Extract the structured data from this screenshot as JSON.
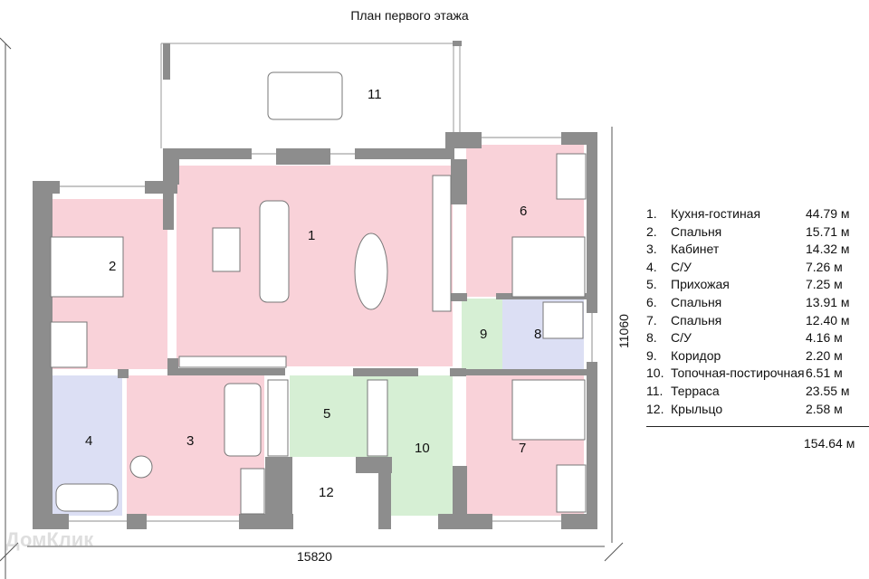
{
  "title": "План первого этажа",
  "dimensions": {
    "width_label": "15820",
    "height_label": "11060"
  },
  "rooms": [
    {
      "num": "1",
      "name": "Кухня-гостиная",
      "area": "44.79 м"
    },
    {
      "num": "2",
      "name": "Спальня",
      "area": "15.71 м"
    },
    {
      "num": "3",
      "name": "Кабинет",
      "area": "14.32 м"
    },
    {
      "num": "4",
      "name": "С/У",
      "area": "7.26 м"
    },
    {
      "num": "5",
      "name": "Прихожая",
      "area": "7.25 м"
    },
    {
      "num": "6",
      "name": "Спальня",
      "area": "13.91 м"
    },
    {
      "num": "7",
      "name": "Спальня",
      "area": "12.40 м"
    },
    {
      "num": "8",
      "name": "С/У",
      "area": "4.16 м"
    },
    {
      "num": "9",
      "name": "Коридор",
      "area": "2.20 м"
    },
    {
      "num": "10",
      "name": "Топочная-постирочная",
      "area": "6.51 м"
    },
    {
      "num": "11",
      "name": "Терраса",
      "area": "23.55 м"
    },
    {
      "num": "12",
      "name": "Крыльцо",
      "area": "2.58 м"
    }
  ],
  "legend_numbers": [
    "1.",
    "2.",
    "3.",
    "4.",
    "5.",
    "6.",
    "7.",
    "8.",
    "9.",
    "10.",
    "11.",
    "12."
  ],
  "total_area": "154.64 м",
  "watermark": "ДомКлик",
  "colors": {
    "living": "#f9d2d9",
    "service": "#d6efd4",
    "bath": "#dcdff4",
    "wall": "#8d8d8d"
  }
}
